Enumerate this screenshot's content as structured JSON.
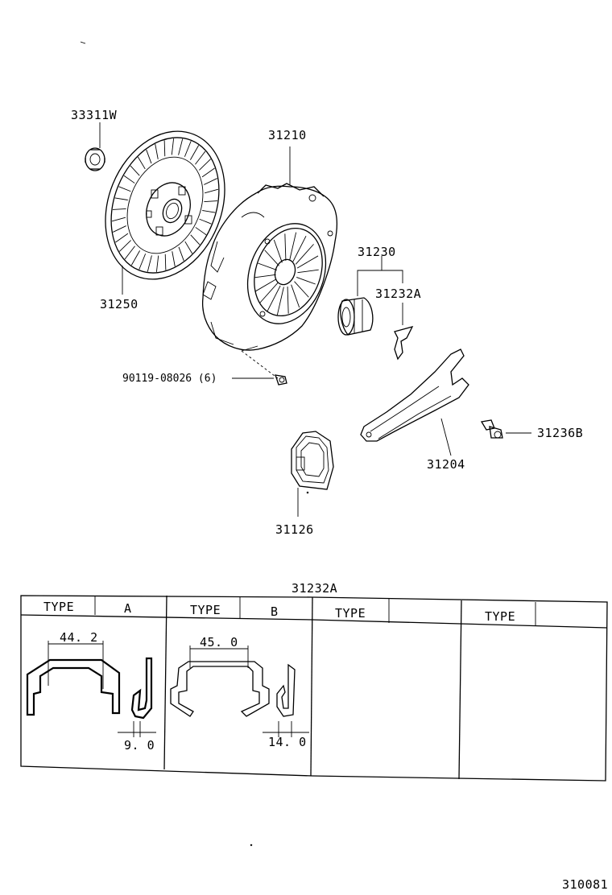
{
  "parts": {
    "pilot_bearing": "33311W",
    "clutch_disc": "31250",
    "clutch_cover": "31210",
    "bolt": "90119-08026 (6)",
    "release_bearing": "31230",
    "release_clip": "31232A",
    "release_fork": "31204",
    "fork_bolt": "31236B",
    "boot": "31126"
  },
  "table": {
    "title": "31232A",
    "type_label": "TYPE",
    "columns": [
      {
        "type": "TYPE",
        "value": "A",
        "dim_width": "44. 2",
        "dim_depth": "9. 0"
      },
      {
        "type": "TYPE",
        "value": "B",
        "dim_width": "45. 0",
        "dim_depth": "14. 0"
      },
      {
        "type": "TYPE",
        "value": ""
      },
      {
        "type": "TYPE",
        "value": ""
      }
    ]
  },
  "figure_id": "310081"
}
